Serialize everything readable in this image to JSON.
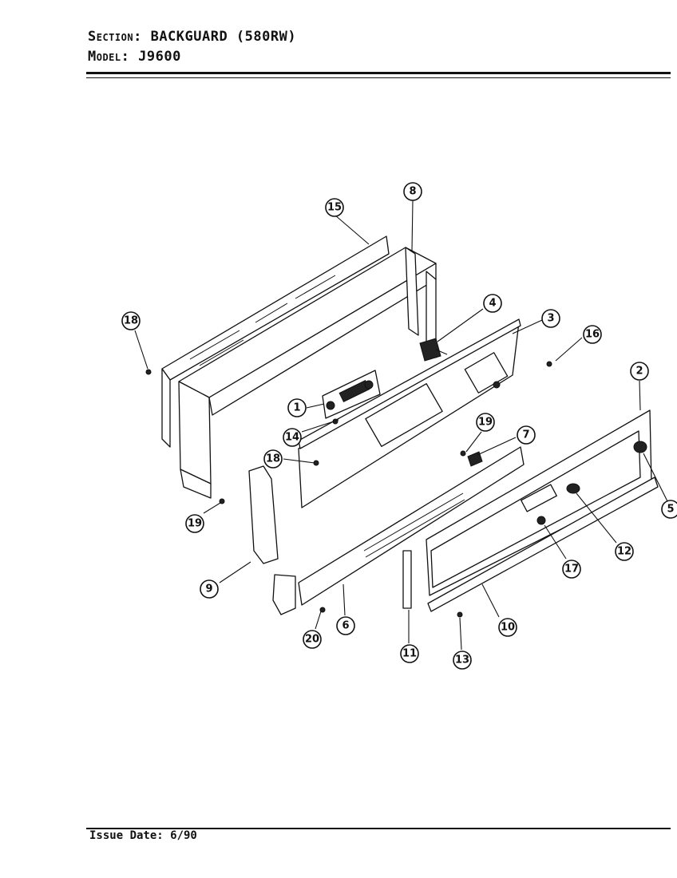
{
  "header": {
    "section_label": "Section:",
    "section_value": "BACKGUARD (580RW)",
    "model_label": "Model:",
    "model_value": "J9600"
  },
  "footer": {
    "issue_date": "Issue Date: 6/90"
  },
  "callouts": [
    "15",
    "8",
    "18",
    "4",
    "3",
    "16",
    "2",
    "1",
    "14",
    "19",
    "7",
    "18",
    "5",
    "19",
    "12",
    "17",
    "9",
    "6",
    "10",
    "20",
    "11",
    "13"
  ]
}
